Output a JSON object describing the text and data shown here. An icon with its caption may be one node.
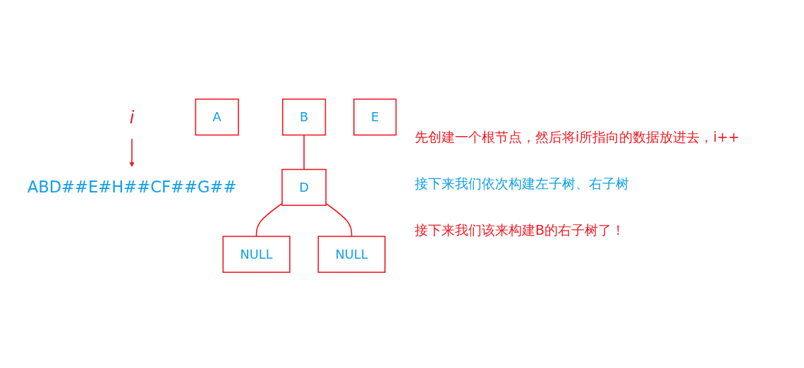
{
  "diagram": {
    "nodes": [
      {
        "text": [
          "i"
        ]
      },
      {
        "text": [
          "ABD##E#H##CF##G##"
        ]
      },
      {
        "text": [
          "A"
        ]
      },
      {
        "text": [
          "B"
        ]
      },
      {
        "text": [
          "D"
        ]
      },
      {
        "text": [
          "E"
        ]
      },
      {
        "text": [
          "NULL"
        ]
      },
      {
        "text": [
          "NULL"
        ]
      }
    ],
    "edges": [
      {
        "from": 0,
        "to": 1,
        "arrow": "to"
      },
      {
        "from": 3,
        "to": 4,
        "arrow": "none"
      },
      {
        "from": 4,
        "to": 6,
        "arrow": "none"
      },
      {
        "from": 4,
        "to": 7,
        "arrow": "none"
      }
    ],
    "labels": [
      "先创建一个根节点，然后将i所指向的数据放进去，i++",
      "接下来我们依次构建左子树、右子树",
      "接下来我们该来构建B的右子树了！"
    ]
  }
}
